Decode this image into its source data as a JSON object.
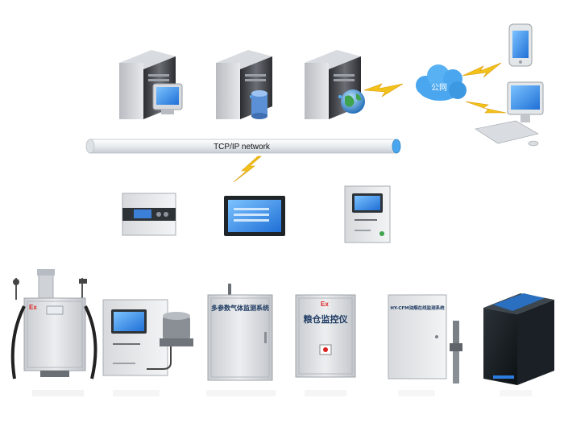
{
  "network": {
    "label": "TCP/IP network"
  },
  "cloud": {
    "label": "公网"
  },
  "cabinets": {
    "multi_gas_title": "多参数气体监测系统",
    "grain_title": "粮仓监控仪",
    "hy_title": "HY-CFM油烟在线监测系统",
    "ex_badge": "Ex"
  },
  "colors": {
    "screen": "#1f6fd6",
    "bolt": "#f2c21b",
    "pipe": "#e9edf1",
    "cloud": "#4aa6ee",
    "server": "#3c3f44"
  }
}
